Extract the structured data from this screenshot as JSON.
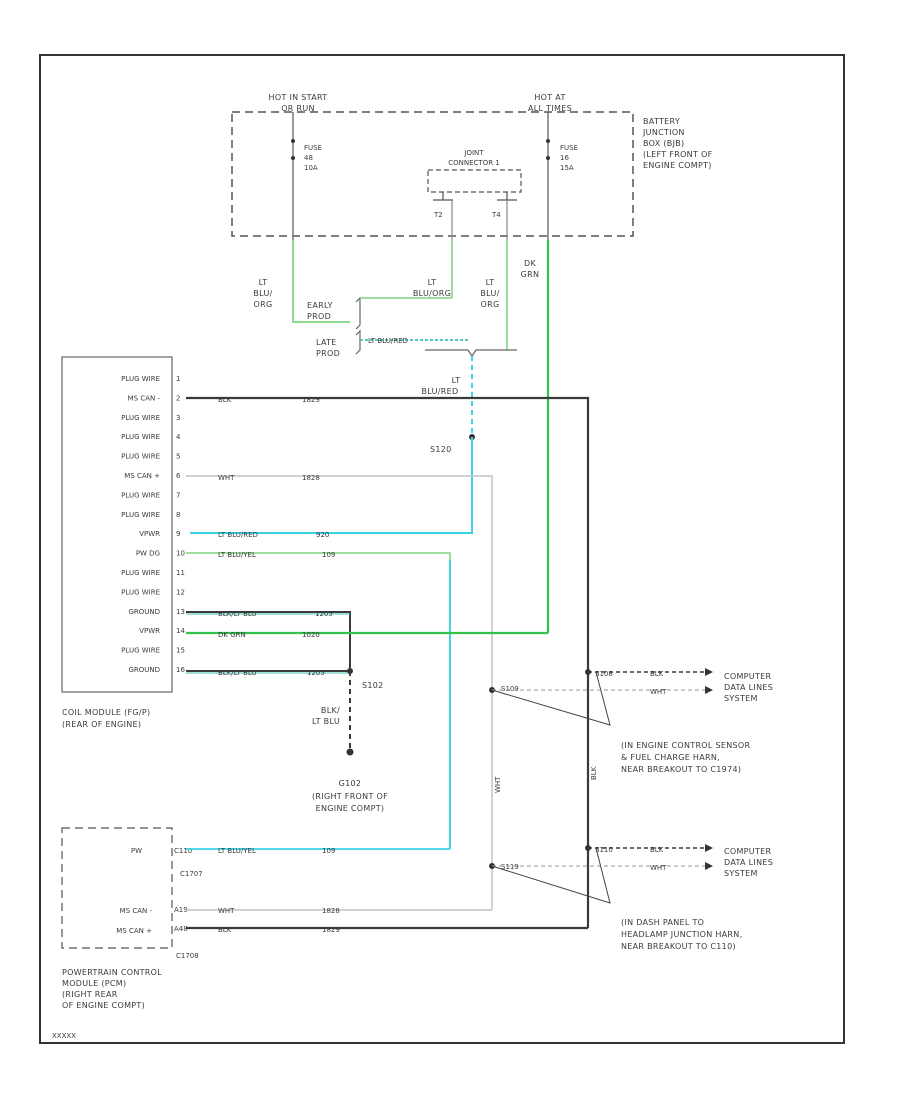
{
  "diagram": {
    "code": "XXXXX",
    "battery_jb": {
      "hot_in_start": [
        "HOT IN START",
        "OR RUN"
      ],
      "hot_at_all_times": [
        "HOT AT",
        "ALL TIMES"
      ],
      "fuse_left": [
        "FUSE",
        "48",
        "10A"
      ],
      "fuse_right": [
        "FUSE",
        "16",
        "15A"
      ],
      "joint_connector": [
        "JOINT",
        "CONNECTOR 1"
      ],
      "pin_t2": "T2",
      "pin_t4": "T4",
      "location": [
        "BATTERY",
        "JUNCTION",
        "BOX (BJB)",
        "(LEFT FRONT OF",
        "ENGINE COMPT)"
      ]
    },
    "wires_top": {
      "lt_blu_org_left": [
        "LT",
        "BLU/",
        "ORG"
      ],
      "lt_blu_org_right": [
        "LT",
        "BLU/",
        "ORG"
      ],
      "lt_blu_org_mid": [
        "LT",
        "BLU/ORG"
      ],
      "dk_grn": [
        "DK",
        "GRN"
      ],
      "early_prod": [
        "EARLY",
        "PROD"
      ],
      "late_prod": [
        "LATE",
        "PROD"
      ],
      "lt_blu_red": "LT BLU/RED",
      "lt_blu_red_vert": [
        "LT",
        "BLU/RED"
      ]
    },
    "cop_module": {
      "pins": [
        "PLUG WIRE",
        "MS CAN -",
        "PLUG WIRE",
        "PLUG WIRE",
        "PLUG WIRE",
        "MS CAN +",
        "PLUG WIRE",
        "PLUG WIRE",
        "VPWR",
        "PW DG",
        "PLUG WIRE",
        "PLUG WIRE",
        "GROUND",
        "VPWR",
        "PLUG WIRE",
        "GROUND"
      ],
      "pin_numbers": [
        "1",
        "2",
        "3",
        "4",
        "5",
        "6",
        "7",
        "8",
        "9",
        "10",
        "11",
        "12",
        "13",
        "14",
        "15",
        "16"
      ],
      "name": [
        "COIL MODULE (FG/P)",
        "(REAR OF ENGINE)"
      ]
    },
    "wire_labels": [
      {
        "color": "BLK",
        "circuit": "1829"
      },
      {
        "color": "WHT",
        "circuit": "1828"
      },
      {
        "color": "LT BLU/RED",
        "circuit": "920"
      },
      {
        "color": "LT BLU/YEL",
        "circuit": "109"
      },
      {
        "color": "BLK/LT BLU",
        "circuit": "1205"
      },
      {
        "color": "DK GRN",
        "circuit": "1020"
      },
      {
        "color": "BLK/LT BLU",
        "circuit": "1205"
      }
    ],
    "splices": {
      "s120": "S120",
      "s102": "S102",
      "g102": "G102",
      "g102_loc": [
        "(RIGHT FRONT OF",
        "ENGINE COMPT)"
      ],
      "blk_lt_blu": [
        "BLK/",
        "LT BLU"
      ]
    },
    "pcm": {
      "pin_names": [
        "PW",
        "MS CAN -",
        "MS CAN +"
      ],
      "pin_numbers": [
        "C110",
        "A19",
        "A48"
      ],
      "connectors": [
        "C1707",
        "C1708"
      ],
      "wire_labels": [
        {
          "color": "LT BLU/YEL",
          "circuit": "109"
        },
        {
          "color": "WHT",
          "circuit": "1828"
        },
        {
          "color": "BLK",
          "circuit": "1829"
        }
      ],
      "name": [
        "POWERTRAIN CONTROL",
        "MODULE (PCM)",
        "(RIGHT REAR",
        "OF ENGINE COMPT)"
      ]
    },
    "upper_breakout": {
      "splices": [
        "S109",
        "S108"
      ],
      "wires": [
        "BLK",
        "WHT"
      ],
      "computer": [
        "COMPUTER",
        "DATA LINES",
        "SYSTEM"
      ],
      "note": [
        "(IN ENGINE CONTROL SENSOR",
        "& FUEL CHARGE HARN,",
        "NEAR BREAKOUT TO C1974)"
      ]
    },
    "lower_breakout": {
      "splices": [
        "S110",
        "S119"
      ],
      "wires": [
        "BLK",
        "WHT"
      ],
      "computer": [
        "COMPUTER",
        "DATA LINES",
        "SYSTEM"
      ],
      "note": [
        "(IN DASH PANEL TO",
        "HEADLAMP JUNCTION HARN,",
        "NEAR BREAKOUT TO C110)"
      ]
    },
    "vertical_labels": {
      "wht": "WHT",
      "blk": "BLK"
    }
  },
  "colors": {
    "black_wire": "#3a3a3a",
    "white_wire": "#c4c4c4",
    "green_wire": "#33c24a",
    "light_green_wire": "#8fd98f",
    "cyan_wire": "#39d3e8",
    "teal_wire": "#3fc2ac",
    "border": "#333333"
  }
}
